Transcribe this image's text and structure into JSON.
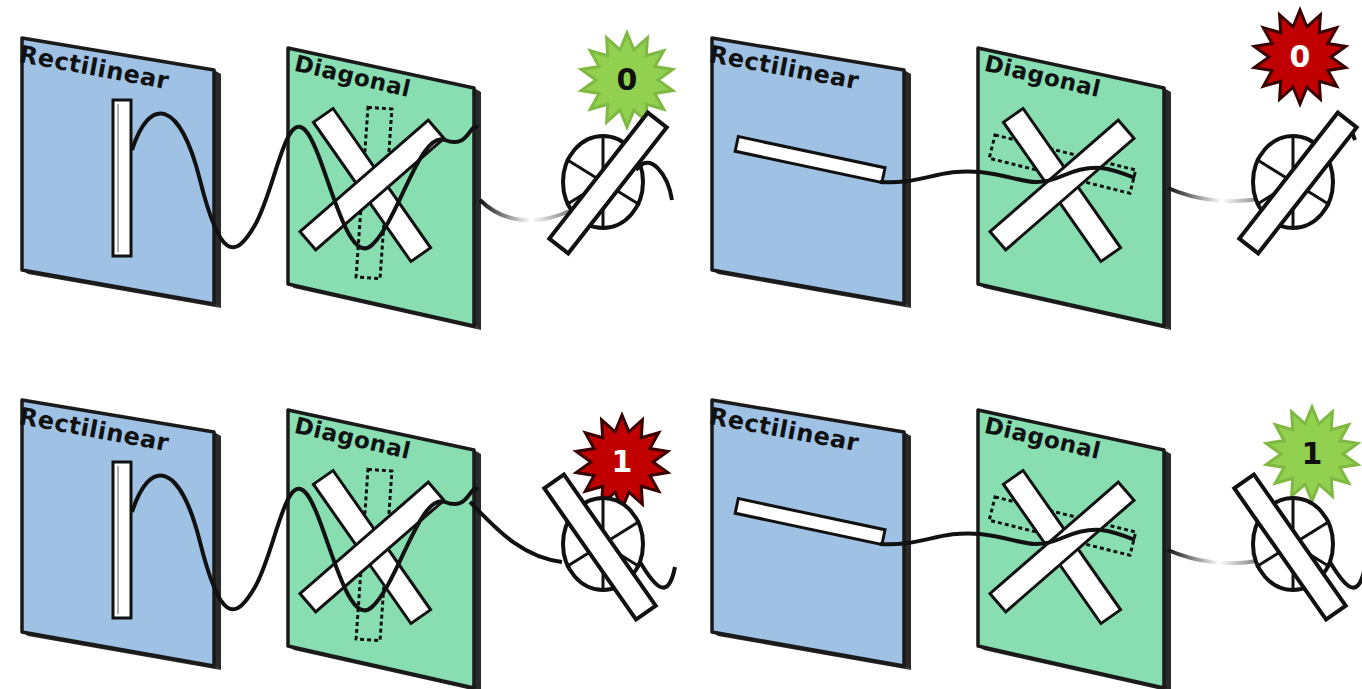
{
  "diagram": {
    "nodes": [
      {
        "text": [
          "Rectilinear"
        ]
      },
      {
        "text": [
          "Diagonal"
        ]
      },
      {
        "text": [
          "0"
        ]
      },
      {
        "text": [
          "Rectilinear"
        ]
      },
      {
        "text": [
          "Diagonal"
        ]
      },
      {
        "text": [
          "0"
        ]
      },
      {
        "text": [
          "Rectilinear"
        ]
      },
      {
        "text": [
          "Diagonal"
        ]
      },
      {
        "text": [
          "1"
        ]
      },
      {
        "text": [
          "Rectilinear"
        ]
      },
      {
        "text": [
          "Diagonal"
        ]
      },
      {
        "text": [
          "1"
        ]
      }
    ]
  }
}
